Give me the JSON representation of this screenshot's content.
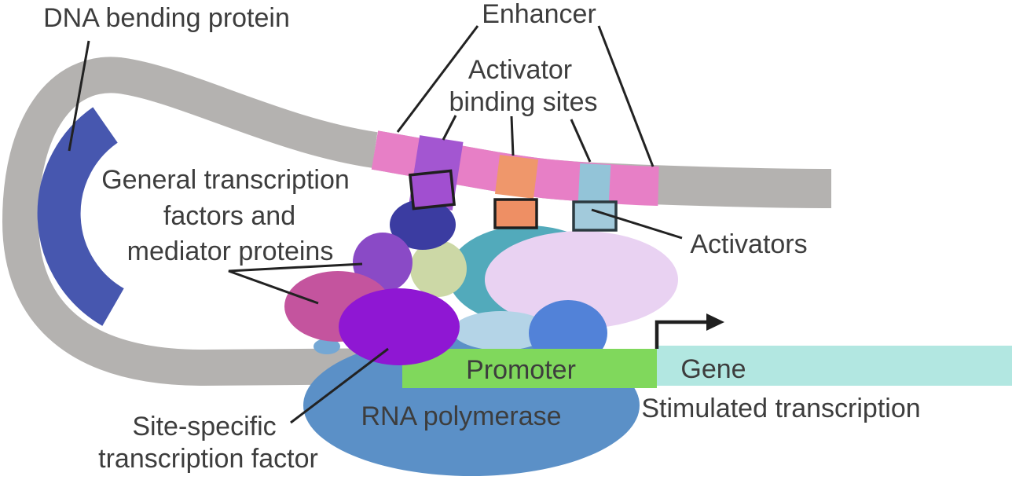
{
  "diagram": {
    "callouts": {
      "dna_bending_protein": "DNA bending protein",
      "enhancer": "Enhancer",
      "activator_binding_sites": {
        "line1": "Activator",
        "line2": "binding sites"
      },
      "general_tf": {
        "line1": "General transcription",
        "line2": "factors and",
        "line3": "mediator proteins"
      },
      "activators": "Activators",
      "site_specific_tf": {
        "line1": "Site-specific",
        "line2": "transcription factor"
      },
      "stimulated_transcription": "Stimulated transcription"
    },
    "regions": {
      "promoter": "Promoter",
      "gene": "Gene",
      "rna_polymerase": "RNA polymerase"
    },
    "colors": {
      "background": "#ffffff",
      "dna_gray": "#b4b2b0",
      "bending_protein_blue": "#4757af",
      "enhancer_pink": "#e77fc6",
      "site_purple": "#a356d1",
      "site_orange": "#ef976b",
      "site_blue": "#93c4d8",
      "activator_purple": "#a14fd0",
      "activator_orange": "#ee8f64",
      "activator_blue": "#a2cadb",
      "outline_dark": "#1f1f1f",
      "outline_slate": "#2c3a40",
      "navy_blob": "#3b3ca1",
      "purple_blob": "#8a4ac6",
      "magenta_blob": "#c4549e",
      "violet_blob": "#8f17d3",
      "khaki_blob": "#ccd8a6",
      "teal_blob": "#52aabb",
      "lavender_blob": "#e9d2f2",
      "lightblue_blob": "#b4d4e7",
      "royal_blob": "#5282d8",
      "small_blue": "#74a7d4",
      "polymerase_blue": "#5b90c7",
      "promoter_green": "#80d85c",
      "gene_aqua": "#b2e7e1",
      "label_text": "#3d3d3d",
      "pointer_line": "#222222"
    }
  }
}
